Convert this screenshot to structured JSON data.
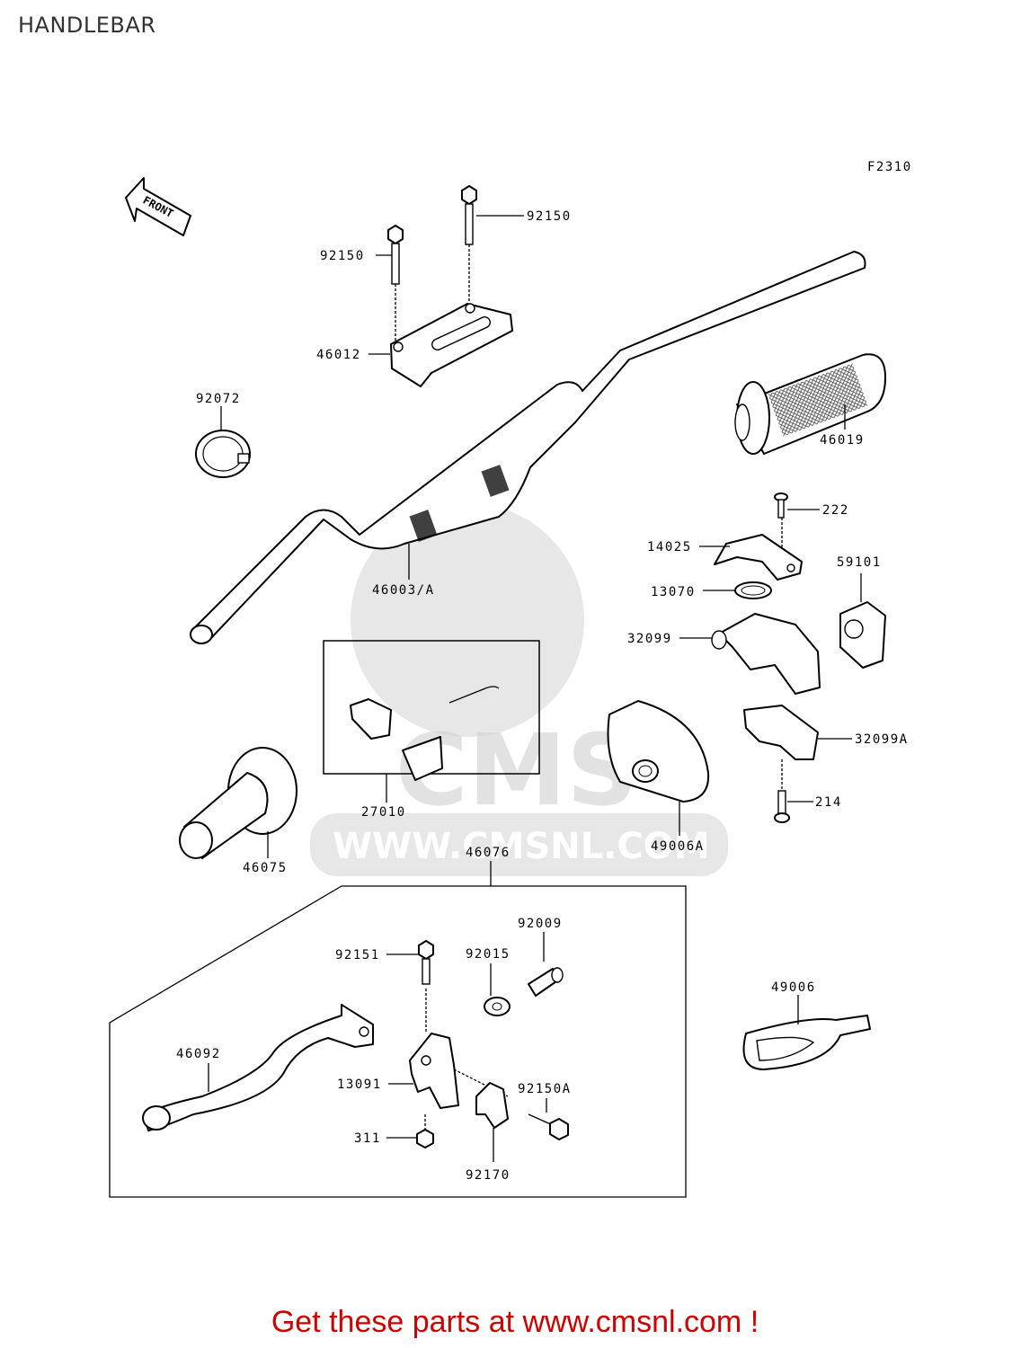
{
  "page": {
    "title": "HANDLEBAR",
    "figure_code": "F2310",
    "front_marker": "FRONT",
    "footer_text": "Get these parts at www.cmsnl.com !",
    "footer_color": "#cc0000"
  },
  "watermark": {
    "brand": "CMS",
    "url": "WWW.CMSNL.COM"
  },
  "parts": [
    {
      "id": "92150",
      "label": "92150"
    },
    {
      "id": "92150b",
      "label": "92150"
    },
    {
      "id": "46012",
      "label": "46012"
    },
    {
      "id": "92072",
      "label": "92072"
    },
    {
      "id": "46003A",
      "label": "46003/A"
    },
    {
      "id": "46019",
      "label": "46019"
    },
    {
      "id": "222",
      "label": "222"
    },
    {
      "id": "14025",
      "label": "14025"
    },
    {
      "id": "59101",
      "label": "59101"
    },
    {
      "id": "13070",
      "label": "13070"
    },
    {
      "id": "32099",
      "label": "32099"
    },
    {
      "id": "32099A",
      "label": "32099A"
    },
    {
      "id": "214",
      "label": "214"
    },
    {
      "id": "49006A",
      "label": "49006A"
    },
    {
      "id": "27010",
      "label": "27010"
    },
    {
      "id": "46075",
      "label": "46075"
    },
    {
      "id": "46076",
      "label": "46076"
    },
    {
      "id": "92009",
      "label": "92009"
    },
    {
      "id": "92151",
      "label": "92151"
    },
    {
      "id": "92015",
      "label": "92015"
    },
    {
      "id": "49006",
      "label": "49006"
    },
    {
      "id": "46092",
      "label": "46092"
    },
    {
      "id": "13091",
      "label": "13091"
    },
    {
      "id": "92150A",
      "label": "92150A"
    },
    {
      "id": "311",
      "label": "311"
    },
    {
      "id": "92170",
      "label": "92170"
    }
  ]
}
